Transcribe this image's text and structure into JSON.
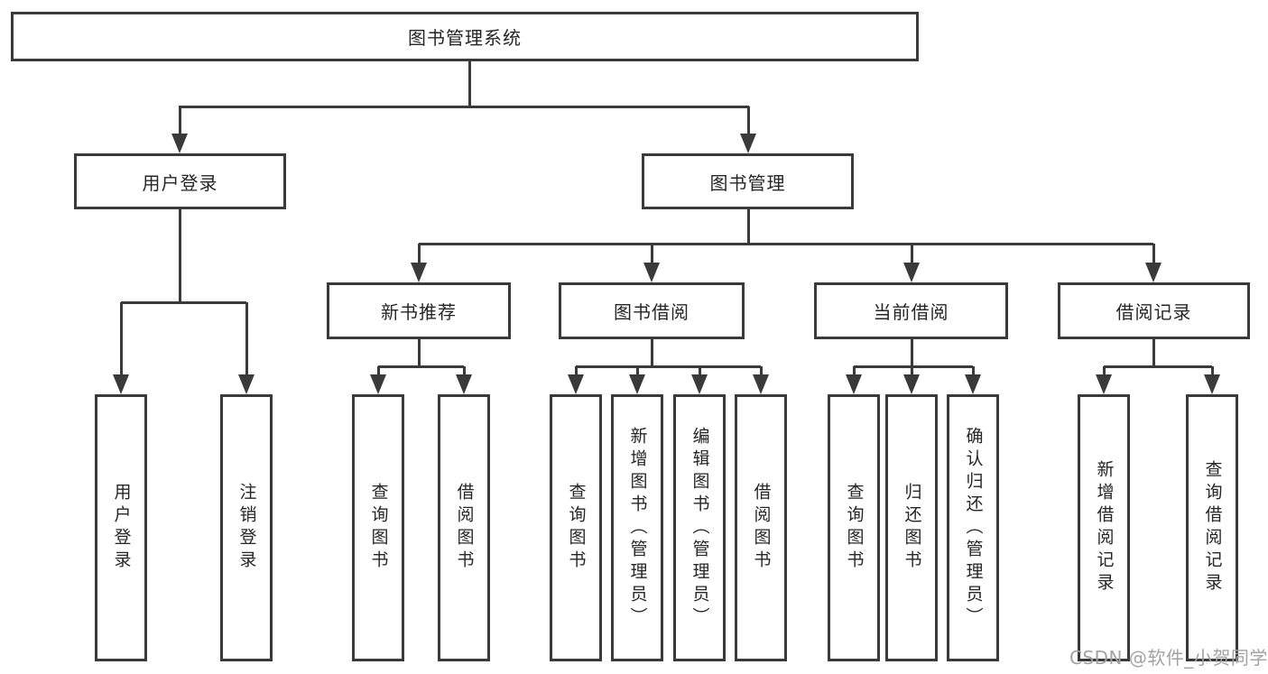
{
  "colors": {
    "line": "#3a3a3a",
    "box_border": "#3a3a3a",
    "text": "#262626",
    "watermark": "#a3a3a3",
    "background": "#ffffff"
  },
  "tree": {
    "root": "图书管理系统",
    "branches": [
      {
        "label": "用户登录",
        "children": [
          "用户登录",
          "注销登录"
        ]
      },
      {
        "label": "图书管理",
        "children": [
          {
            "label": "新书推荐",
            "children": [
              "查询图书",
              "借阅图书"
            ]
          },
          {
            "label": "图书借阅",
            "children": [
              "查询图书",
              "新增图书（管理员）",
              "编辑图书（管理员）",
              "借阅图书"
            ]
          },
          {
            "label": "当前借阅",
            "children": [
              "查询图书",
              "归还图书",
              "确认归还（管理员）"
            ]
          },
          {
            "label": "借阅记录",
            "children": [
              "新增借阅记录",
              "查询借阅记录"
            ]
          }
        ]
      }
    ]
  },
  "watermark": "CSDN @软件_小贺同学"
}
